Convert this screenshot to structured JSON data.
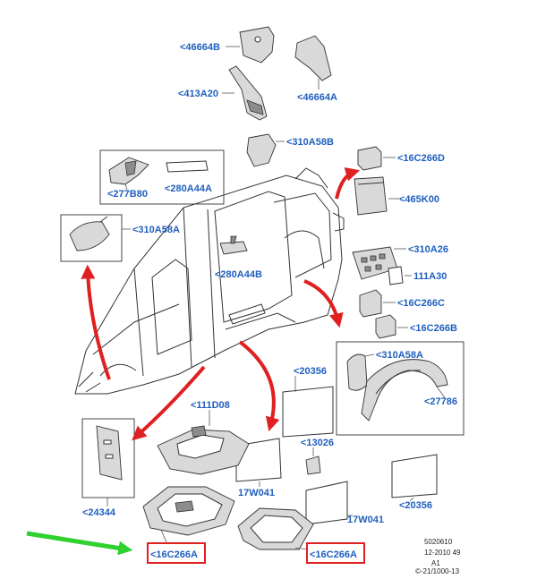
{
  "colors": {
    "label": "#1f5fbf",
    "arrow_red": "#e02020",
    "pointer_green": "#2fd12f",
    "highlight": "#e02020"
  },
  "labels": {
    "p46664B": "<46664B",
    "p46664A": "<46664A",
    "p413A20": "<413A20",
    "p310A58B": "<310A58B",
    "p16C266D": "<16C266D",
    "p465K00": "<465K00",
    "p277B80": "<277B80",
    "p280A44A": "<280A44A",
    "p310A58A_top": "<310A58A",
    "p310A26": "<310A26",
    "p111A30": "111A30",
    "p280A44B": "<280A44B",
    "p16C266C": "<16C266C",
    "p16C266B": "<16C266B",
    "p310A58A_right": "<310A58A",
    "p20356_mid": "<20356",
    "p27786": "<27786",
    "p111D08": "<111D08",
    "p13026": "<13026",
    "p24344": "<24344",
    "p17W041_mid": "17W041",
    "p17W041_low": "17W041",
    "p20356_low": "<20356",
    "p16C266A_left": "<16C266A",
    "p16C266A_right": "<16C266A"
  },
  "footer": {
    "line1": "5020610",
    "line2": "12-2010 49",
    "line3": "A1",
    "line4": "©-21/1000-13"
  }
}
